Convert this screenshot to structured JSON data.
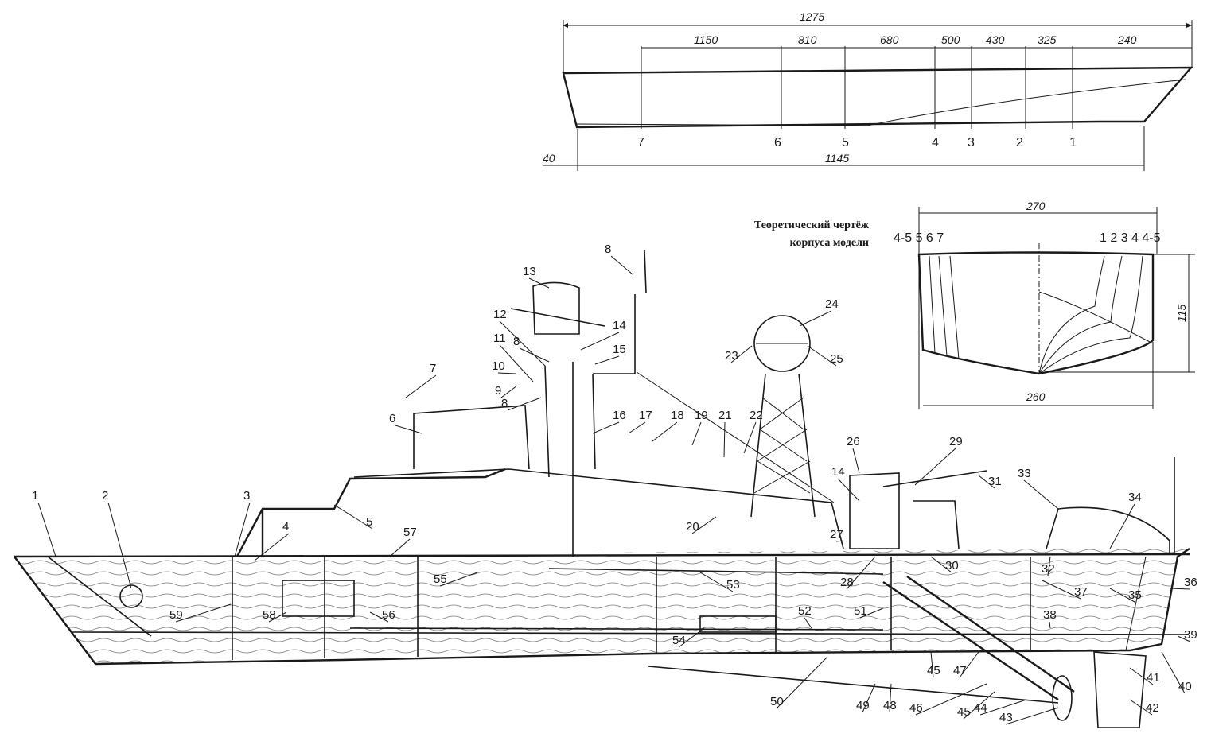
{
  "caption": [
    "Теоретический чертёж",
    "корпуса модели"
  ],
  "top_view": {
    "overall_length": "1275",
    "base_length": "1145",
    "bow_offset": "40",
    "segments": [
      "1150",
      "810",
      "680",
      "500",
      "430",
      "325",
      "240"
    ],
    "stations": [
      "7",
      "6",
      "5",
      "4",
      "3",
      "2",
      "1"
    ]
  },
  "body_plan": {
    "top_width": "270",
    "bottom_width": "260",
    "height": "115",
    "left_labels": "4-5 5 6 7",
    "right_labels": "1 2 3 4 4-5"
  },
  "callouts": [
    "1",
    "2",
    "3",
    "4",
    "5",
    "6",
    "7",
    "8",
    "9",
    "10",
    "11",
    "12",
    "13",
    "14",
    "15",
    "16",
    "17",
    "18",
    "19",
    "20",
    "21",
    "22",
    "23",
    "24",
    "25",
    "26",
    "27",
    "28",
    "29",
    "30",
    "31",
    "32",
    "33",
    "34",
    "35",
    "36",
    "37",
    "38",
    "39",
    "40",
    "41",
    "42",
    "43",
    "44",
    "45",
    "46",
    "47",
    "48",
    "49",
    "50",
    "51",
    "52",
    "53",
    "54",
    "55",
    "56",
    "57",
    "58",
    "59"
  ],
  "extra_callouts": [
    "8",
    "8",
    "14",
    "45"
  ]
}
